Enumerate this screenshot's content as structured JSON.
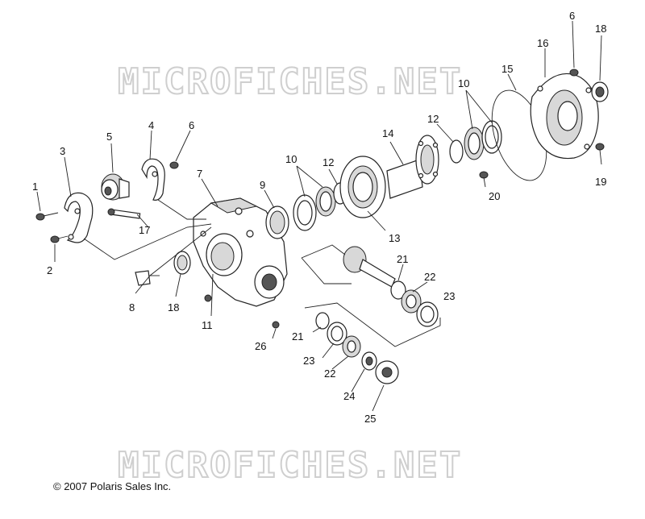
{
  "watermark": "MICROFICHES.NET",
  "copyright": "© 2007 Polaris Sales Inc.",
  "callouts": {
    "c1": "1",
    "c2": "2",
    "c3": "3",
    "c4": "4",
    "c5": "5",
    "c6a": "6",
    "c6b": "6",
    "c7": "7",
    "c8": "8",
    "c9": "9",
    "c10a": "10",
    "c10b": "10",
    "c11": "11",
    "c12a": "12",
    "c12b": "12",
    "c13": "13",
    "c14": "14",
    "c15": "15",
    "c16": "16",
    "c17": "17",
    "c18a": "18",
    "c18b": "18",
    "c19": "19",
    "c20": "20",
    "c21a": "21",
    "c21b": "21",
    "c22a": "22",
    "c22b": "22",
    "c23a": "23",
    "c23b": "23",
    "c24": "24",
    "c25": "25",
    "c26": "26"
  }
}
